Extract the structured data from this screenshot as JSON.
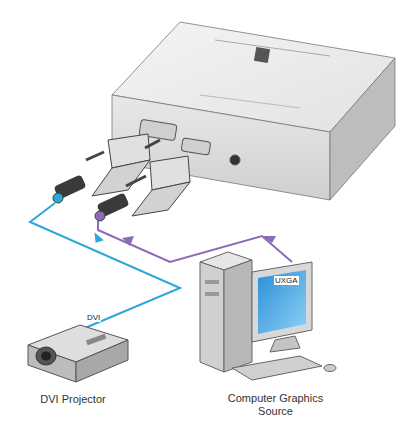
{
  "diagram": {
    "nodes": [
      {
        "text": [
          "DVI Projector"
        ]
      },
      {
        "text": [
          "Computer Graphics Source"
        ]
      }
    ],
    "labels": [
      "DVI",
      "UXGA"
    ]
  }
}
